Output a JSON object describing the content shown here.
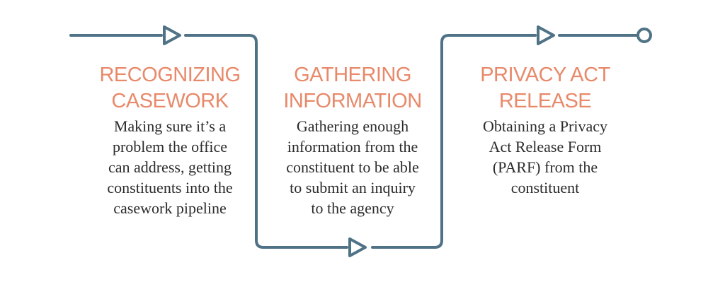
{
  "colors": {
    "title": "#E8896A",
    "connector": "#4F7286",
    "text": "#2b2b2b"
  },
  "steps": [
    {
      "title_lines": [
        "RECOGNIZING",
        "CASEWORK"
      ],
      "desc_lines": [
        "Making sure it’s a",
        "problem the office",
        "can address, getting",
        "constituents into the",
        "casework pipeline"
      ]
    },
    {
      "title_lines": [
        "GATHERING",
        "INFORMATION"
      ],
      "desc_lines": [
        "Gathering enough",
        "information from the",
        "constituent to be able",
        "to submit an inquiry",
        "to the agency"
      ]
    },
    {
      "title_lines": [
        "PRIVACY ACT",
        "RELEASE"
      ],
      "desc_lines": [
        "Obtaining a Privacy",
        "Act Release Form",
        "(PARF) from the",
        "constituent"
      ]
    }
  ]
}
